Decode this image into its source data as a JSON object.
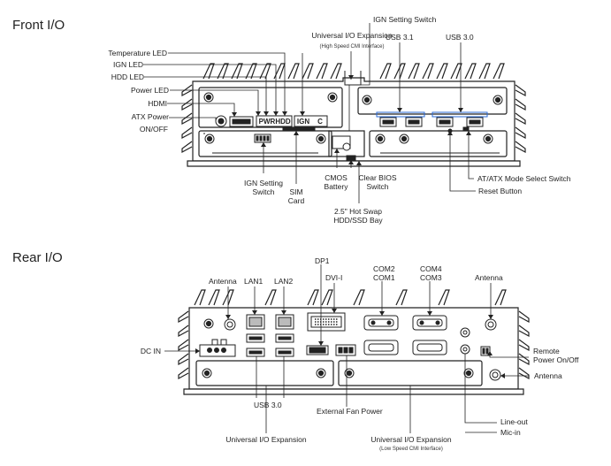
{
  "front": {
    "heading": "Front I/O",
    "labels": {
      "temperature_led": "Temperature LED",
      "ign_led": "IGN LED",
      "hdd_led": "HDD LED",
      "power_led": "Power LED",
      "hdmi": "HDMI",
      "atx_power": "ATX Power",
      "on_off": "ON/OFF",
      "universal_io": "Universal I/O Expansion",
      "universal_io_sub": "(High Speed CMI Interface)",
      "ign_setting_switch_top": "IGN Setting Switch",
      "usb31": "USB 3.1",
      "usb30": "USB 3.0",
      "ign_setting_switch_bottom_1": "IGN Setting",
      "ign_setting_switch_bottom_2": "Switch",
      "sim_card_1": "SIM",
      "sim_card_2": "Card",
      "cmos_battery_1": "CMOS",
      "cmos_battery_2": "Battery",
      "clear_bios_1": "Clear BIOS",
      "clear_bios_2": "Switch",
      "hdd_bay_1": "2.5\" Hot Swap",
      "hdd_bay_2": "HDD/SSD Bay",
      "at_atx_switch": "AT/ATX Mode Select Switch",
      "reset_button": "Reset Button"
    },
    "panel_text": {
      "pwr": "PWR",
      "hdd": "HDD",
      "ign": "IGN",
      "c": "C"
    }
  },
  "rear": {
    "heading": "Rear I/O",
    "labels": {
      "antenna_left": "Antenna",
      "lan1": "LAN1",
      "lan2": "LAN2",
      "dp1": "DP1",
      "dvi": "DVI-I",
      "com2": "COM2",
      "com1": "COM1",
      "com4": "COM4",
      "com3": "COM3",
      "antenna_right_top": "Antenna",
      "dc_in": "DC IN",
      "remote_power_1": "Remote",
      "remote_power_2": "Power On/Off",
      "antenna_right_bottom": "Antenna",
      "usb30": "USB 3.0",
      "external_fan_power": "External Fan Power",
      "line_out": "Line-out",
      "mic_in": "Mic-in",
      "universal_io_left": "Universal I/O Expansion",
      "universal_io_right": "Universal I/O Expansion",
      "universal_io_right_sub": "(Low Speed CMI Interface)"
    }
  }
}
